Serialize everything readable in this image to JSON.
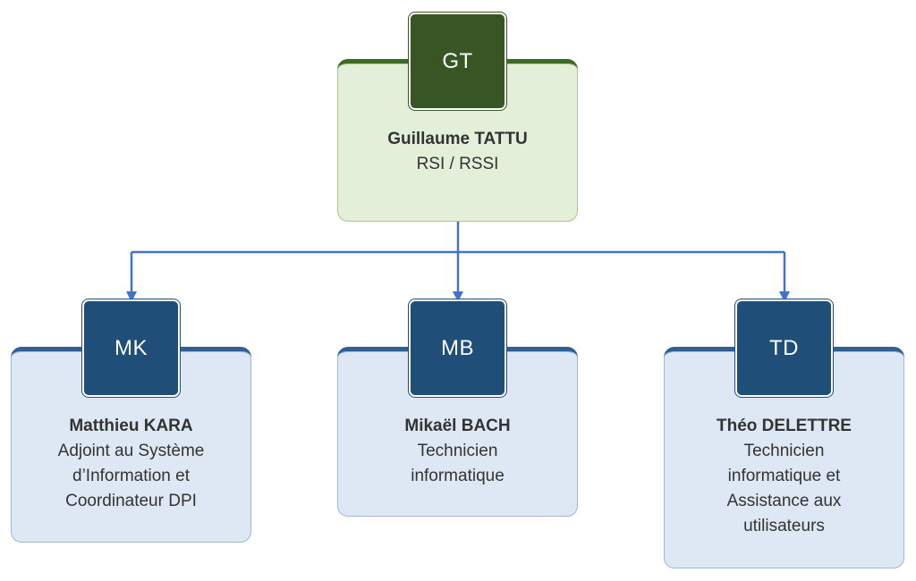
{
  "org_chart": {
    "root": {
      "initials": "GT",
      "name": "Guillaume TATTU",
      "role": "RSI / RSSI"
    },
    "children": [
      {
        "initials": "MK",
        "name": "Matthieu KARA",
        "role": "Adjoint au Système\nd’Information et\nCoordinateur DPI"
      },
      {
        "initials": "MB",
        "name": "Mikaël BACH",
        "role": "Technicien\ninformatique"
      },
      {
        "initials": "TD",
        "name": "Théo DELETTRE",
        "role": "Technicien\ninformatique et\nAssistance aux\nutilisateurs"
      }
    ]
  },
  "colors": {
    "root_fill": "#e3efd8",
    "root_badge": "#375623",
    "child_fill": "#dde8f4",
    "child_badge": "#1f4e79",
    "connector": "#4472c4"
  }
}
